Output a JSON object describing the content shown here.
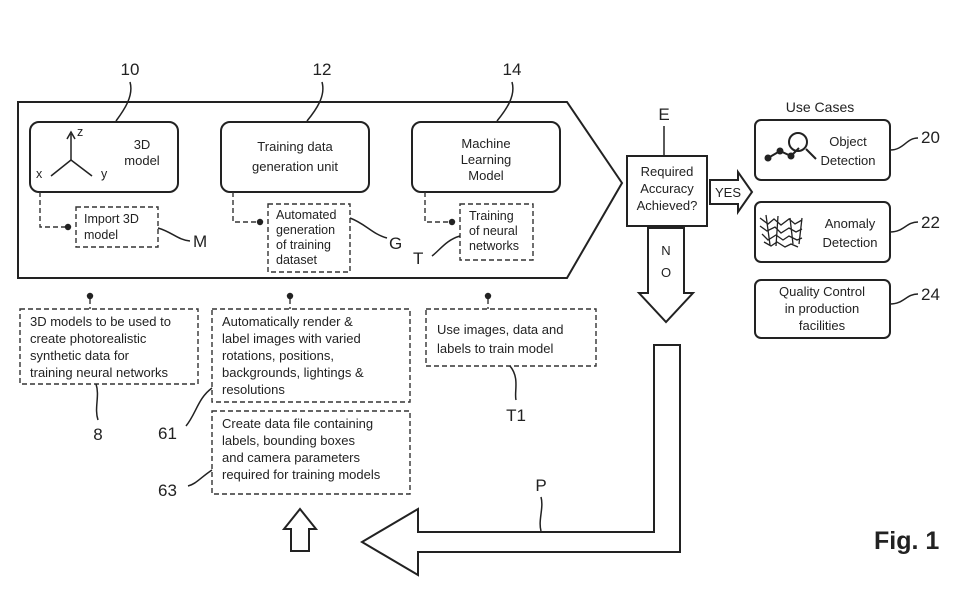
{
  "figure": {
    "label": "Fig. 1",
    "pipeline": {
      "stage_3d": {
        "ref": "10",
        "title": "3D\nmodel",
        "axes": {
          "x": "x",
          "y": "y",
          "z": "z"
        }
      },
      "stage_training": {
        "ref": "12",
        "title": "Training data\ngeneration unit"
      },
      "stage_ml": {
        "ref": "14",
        "title": "Machine\nLearning\nModel"
      }
    },
    "sub_steps": {
      "m": {
        "ref": "M",
        "text": "Import 3D\nmodel"
      },
      "g": {
        "ref": "G",
        "text": "Automated\ngeneration\nof training\ndataset"
      },
      "t": {
        "ref": "T",
        "text": "Training\nof neural\nnetworks"
      }
    },
    "notes": {
      "n8": {
        "ref": "8",
        "text": "3D models to be used to\ncreate photorealistic\nsynthetic data for\ntraining neural networks"
      },
      "n61": {
        "ref": "61",
        "text": "Automatically render &\nlabel images with varied\nrotations, positions,\nbackgrounds, lightings &\nresolutions"
      },
      "n63": {
        "ref": "63",
        "text": "Create data file containing\nlabels, bounding boxes\nand camera parameters\nrequired for training models"
      },
      "nt1": {
        "ref": "T1",
        "text": "Use images, data and\nlabels to train model"
      }
    },
    "decision": {
      "ref": "E",
      "text": "Required\nAccuracy\nAchieved?",
      "yes": "YES",
      "no": "NO"
    },
    "loop_ref": "P",
    "use_cases": {
      "title": "Use Cases",
      "items": [
        {
          "ref": "20",
          "text": "Object\nDetection",
          "icon": "magnifier-network-icon"
        },
        {
          "ref": "22",
          "text": "Anomaly\nDetection",
          "icon": "anomaly-pattern-icon"
        },
        {
          "ref": "24",
          "text": "Quality Control\nin production\nfacilities",
          "icon": ""
        }
      ]
    }
  }
}
